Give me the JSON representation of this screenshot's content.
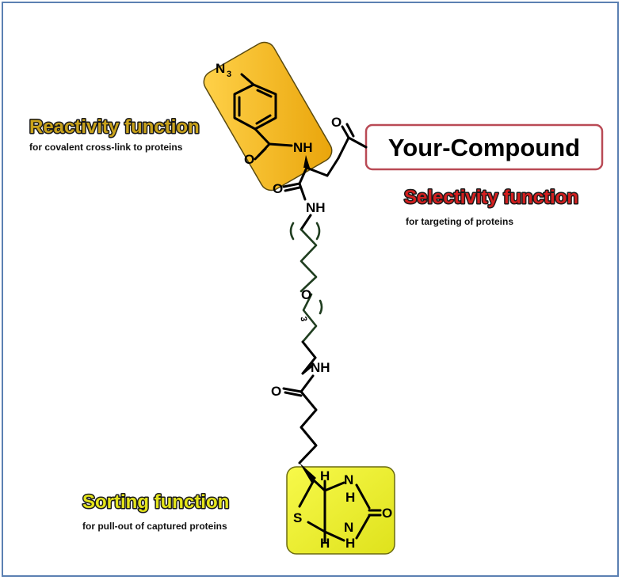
{
  "functions": {
    "reactivity": {
      "title": "Reactivity function",
      "desc": "for covalent cross-link to proteins",
      "color": "#c9a21a"
    },
    "selectivity": {
      "title": "Selectivity function",
      "desc": "for targeting of proteins",
      "color": "#d41f1f"
    },
    "sorting": {
      "title": "Sorting function",
      "desc": "for pull-out of captured proteins",
      "color": "#e4e41a"
    }
  },
  "compound": {
    "label": "Your-Compound",
    "border": "#b94a55"
  },
  "atoms": {
    "azide_n": "N",
    "azide_sub": "3",
    "o_top": "O",
    "nh_amide1": "NH",
    "o_amide1": "O",
    "o_amide2": "O",
    "nh_amide2": "NH",
    "o_ether": "O",
    "repeat": "3",
    "nh_amide3": "NH",
    "o_amide3": "O",
    "s_ring": "S",
    "h_top": "H",
    "nh_ring_top": "N",
    "h_ring_top": "H",
    "o_urea": "O",
    "nh_ring_bottom": "N",
    "h_ring_bottom": "H",
    "h_bottom": "H"
  },
  "colors": {
    "reactive_box": "#f2b515",
    "sorting_box": "#eef02a",
    "frame": "#5b80b2"
  }
}
